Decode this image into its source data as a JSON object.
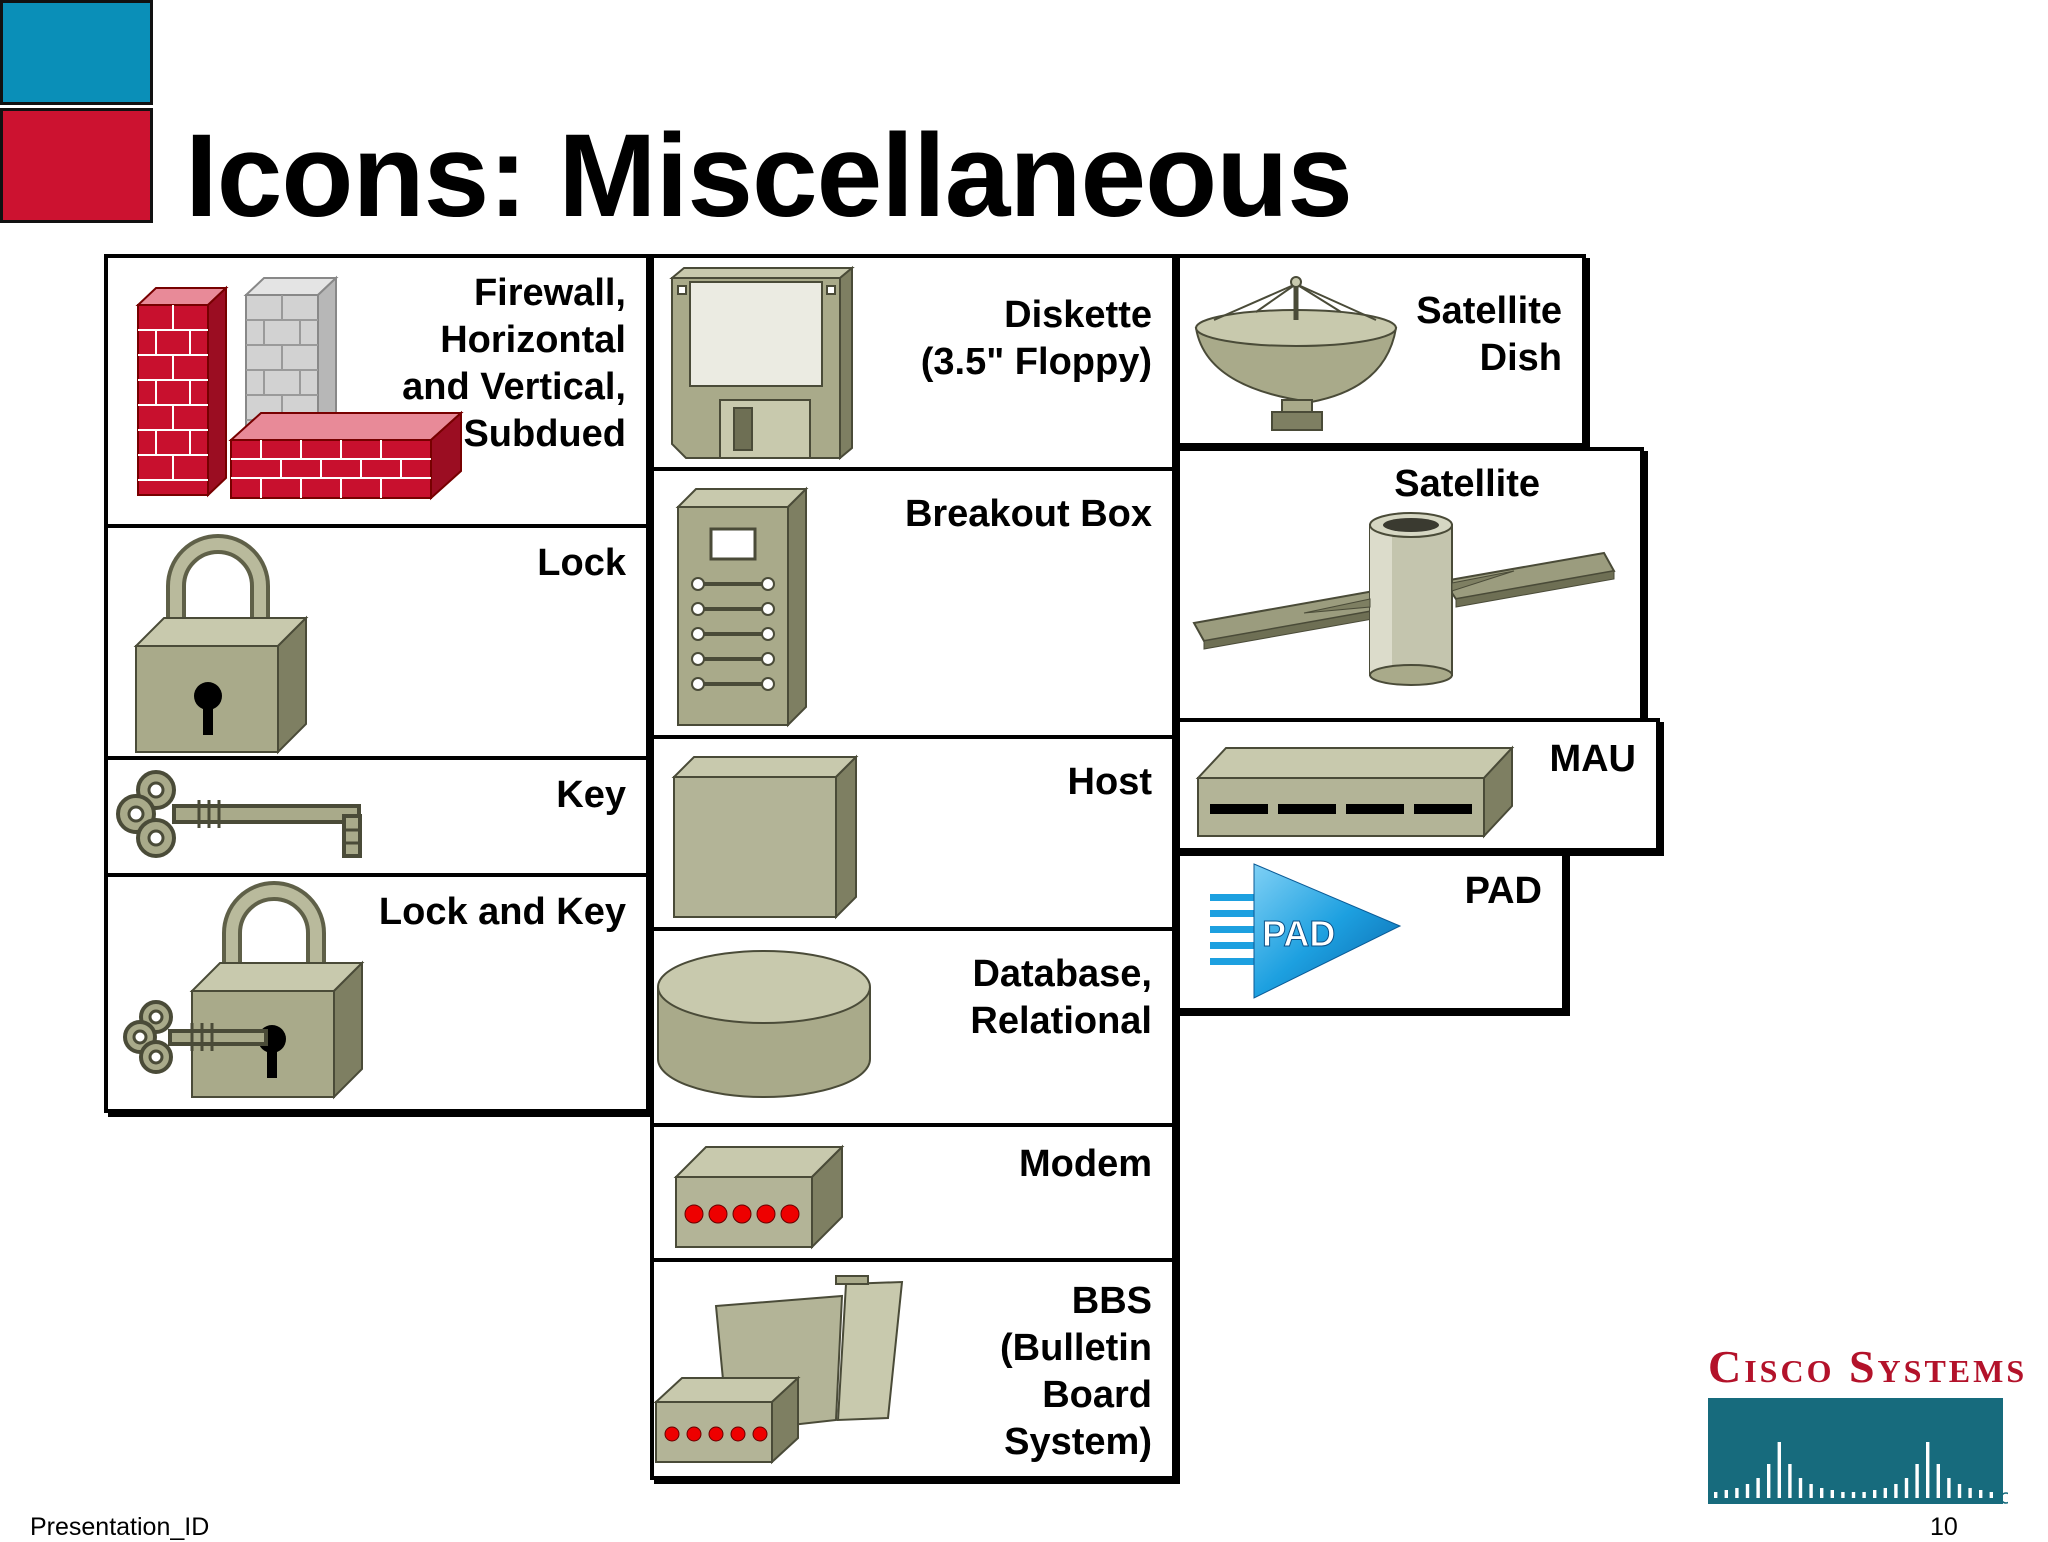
{
  "slide": {
    "title": "Icons: Miscellaneous",
    "footer_left": "Presentation_ID",
    "page_number": "10"
  },
  "colors": {
    "accent_blue": "#0a8fb8",
    "accent_red": "#cc1230",
    "icon_fill": "#a9aa8a",
    "brick_red": "#c8102e",
    "pad_blue": "#1da0e0",
    "logo_teal": "#176b7d",
    "logo_red": "#b3122a"
  },
  "cells": [
    {
      "label": "Firewall,\nHorizontal\nand Vertical,\nSubdued",
      "icon": "firewall-icon"
    },
    {
      "label": "Lock",
      "icon": "lock-icon"
    },
    {
      "label": "Key",
      "icon": "key-icon"
    },
    {
      "label": "Lock and Key",
      "icon": "lock-and-key-icon"
    },
    {
      "label": "Diskette\n(3.5\" Floppy)",
      "icon": "diskette-icon"
    },
    {
      "label": "Breakout Box",
      "icon": "breakout-box-icon"
    },
    {
      "label": "Host",
      "icon": "host-icon"
    },
    {
      "label": "Database,\nRelational",
      "icon": "database-icon"
    },
    {
      "label": "Modem",
      "icon": "modem-icon"
    },
    {
      "label": "BBS\n(Bulletin\nBoard\nSystem)",
      "icon": "bbs-icon"
    },
    {
      "label": "Satellite\nDish",
      "icon": "satellite-dish-icon"
    },
    {
      "label": "Satellite",
      "icon": "satellite-icon"
    },
    {
      "label": "MAU",
      "icon": "mau-icon"
    },
    {
      "label": "PAD",
      "icon": "pad-icon",
      "icon_text": "PAD"
    }
  ],
  "logo": {
    "text": "Cisco Systems"
  }
}
